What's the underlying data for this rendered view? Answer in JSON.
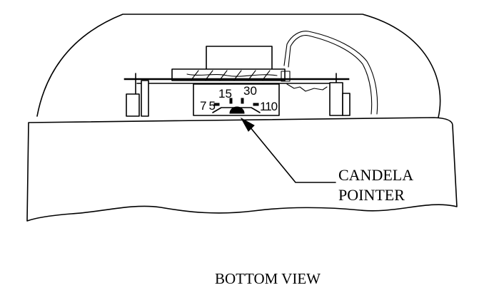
{
  "dial": {
    "setting_1": "15",
    "setting_2": "30",
    "setting_3": "75",
    "setting_4": "110"
  },
  "callout": {
    "line_1": "CANDELA",
    "line_2": "POINTER"
  },
  "view_title": "BOTTOM VIEW"
}
